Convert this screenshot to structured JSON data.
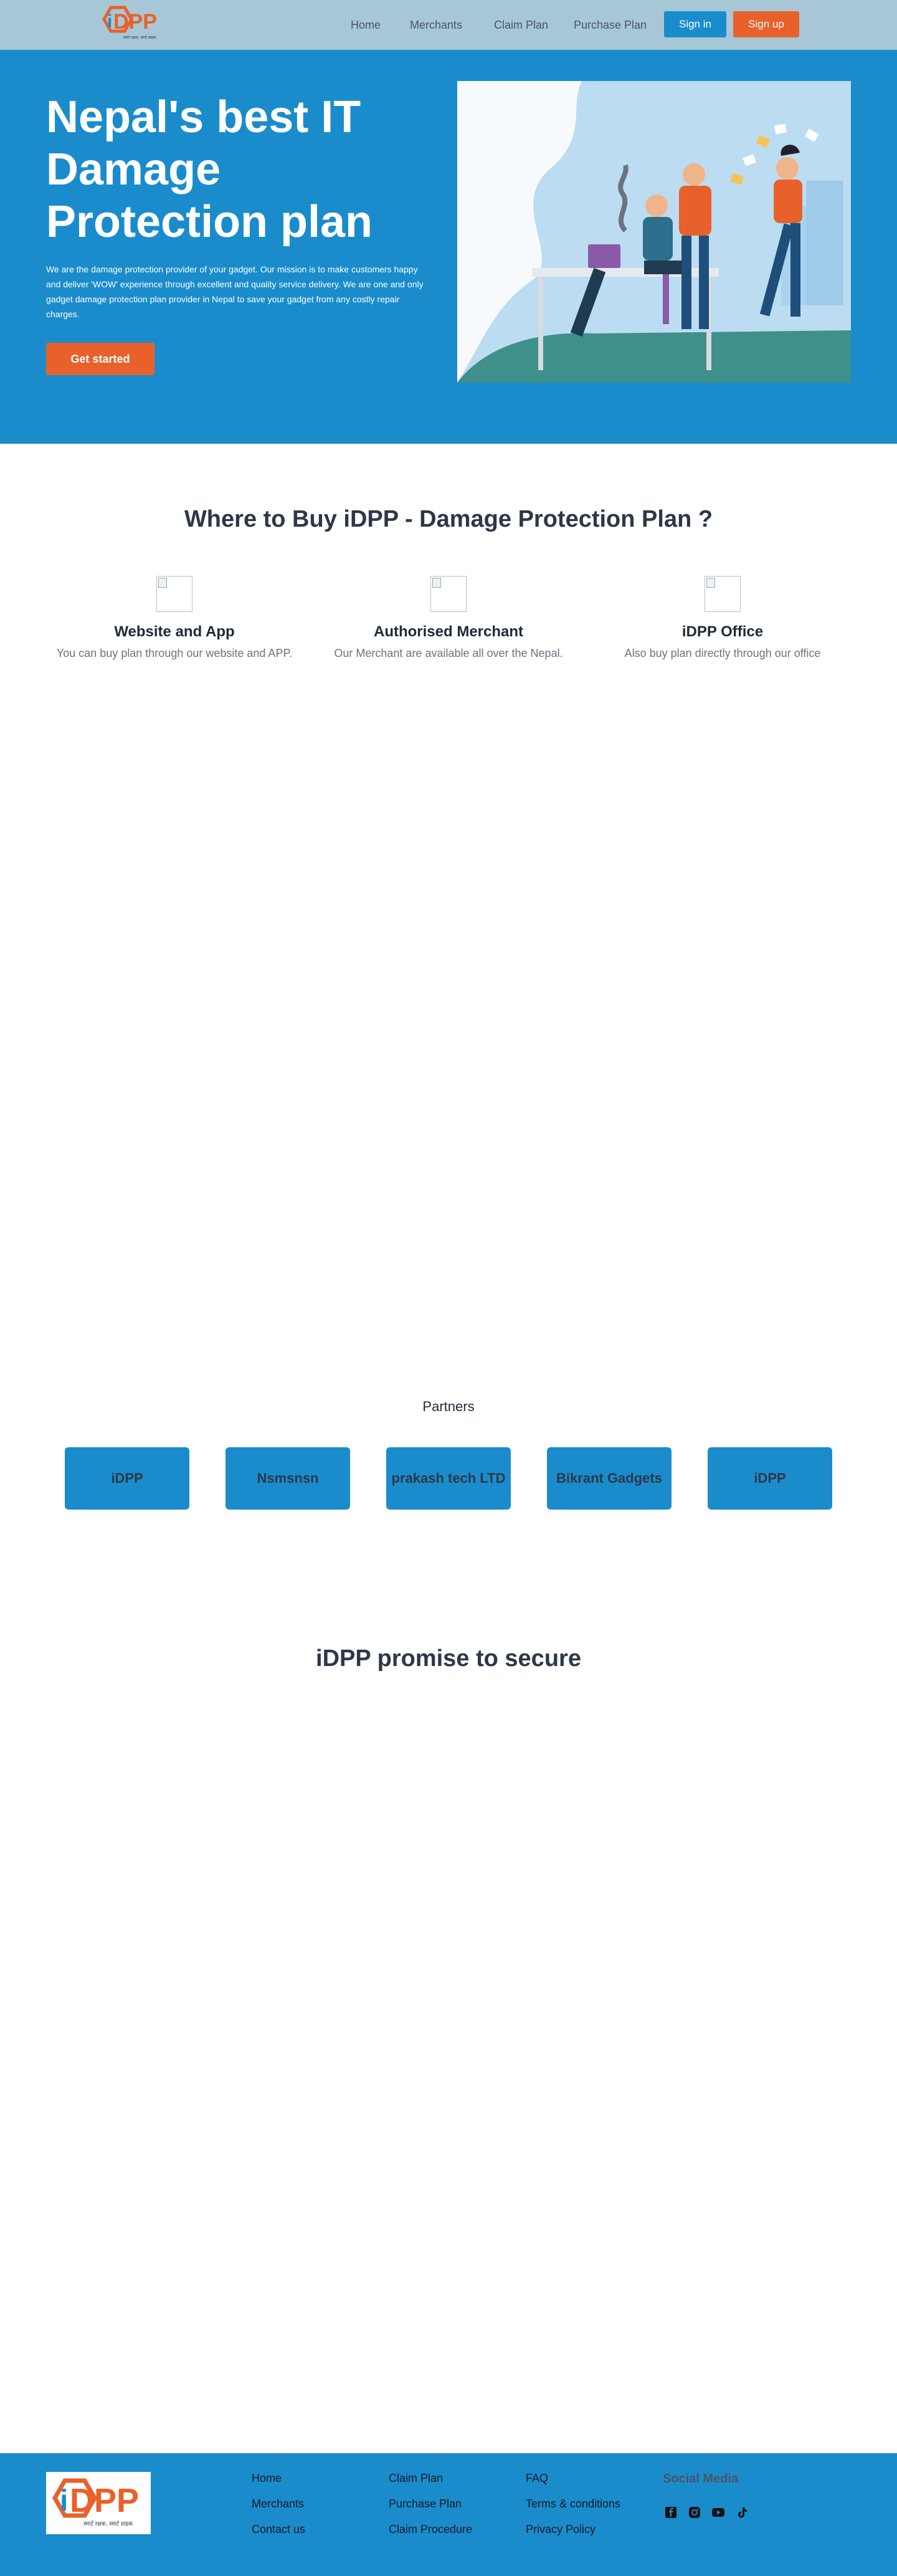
{
  "header": {
    "logo_text": "iDPP",
    "logo_tagline": "स्मार्ट रक्षक, स्मार्ट ग्राहक",
    "nav": [
      {
        "label": "Home"
      },
      {
        "label": "Merchants"
      },
      {
        "label": "Claim Plan"
      },
      {
        "label": "Purchase Plan"
      }
    ],
    "signin_label": "Sign in",
    "signup_label": "Sign up"
  },
  "hero": {
    "title": "Nepal's best IT Damage Protection plan",
    "description": "We are the damage protection provider of your gadget. Our mission is to make customers happy and deliver 'WOW' experience through excellent and quality service delivery. We are one and only gadget damage protection plan provider in Nepal to save your gadget from any costly repair charges.",
    "cta_label": "Get started"
  },
  "where_to_buy": {
    "title": "Where to Buy iDPP - Damage Protection Plan ?",
    "cards": [
      {
        "title": "Website and App",
        "text": "You can buy plan through our website and APP."
      },
      {
        "title": "Authorised Merchant",
        "text": "Our Merchant are available all over the Nepal."
      },
      {
        "title": "iDPP Office",
        "text": "Also buy plan directly through our office"
      }
    ]
  },
  "partners": {
    "title": "Partners",
    "items": [
      "iDPP",
      "Nsmsnsn",
      "prakash tech LTD",
      "Bikrant Gadgets",
      "iDPP"
    ]
  },
  "promise": {
    "title": "iDPP promise to secure"
  },
  "footer": {
    "col1": [
      "Home",
      "Merchants",
      "Contact us"
    ],
    "col2": [
      "Claim Plan",
      "Purchase Plan",
      "Claim Procedure"
    ],
    "col3": [
      "FAQ",
      "Terms & conditions",
      "Privacy Policy"
    ],
    "social_title": "Social Media",
    "social_icons": [
      "facebook-icon",
      "instagram-icon",
      "youtube-icon",
      "tiktok-icon"
    ]
  },
  "colors": {
    "brand_blue": "#1a8ccc",
    "brand_orange": "#e8612a",
    "header_bg": "#a7c7d6"
  }
}
